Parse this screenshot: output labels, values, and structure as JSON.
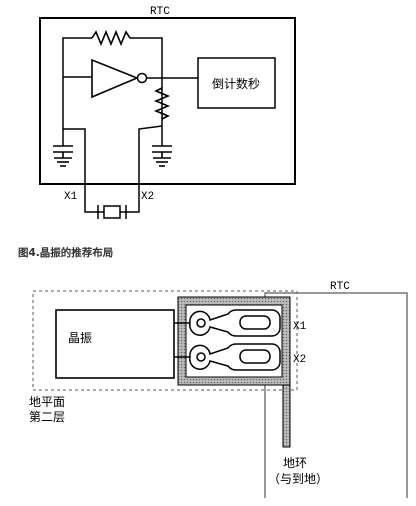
{
  "top_diagram": {
    "rtc_label": "RTC",
    "counter_label": "倒计数秒",
    "pin_x1": "X1",
    "pin_x2": "X2"
  },
  "caption": "图4.晶振的推荐布局",
  "bottom_diagram": {
    "rtc_label": "RTC",
    "crystal_label": "晶振",
    "pin_x1": "X1",
    "pin_x2": "X2",
    "ground_plane_line1": "地平面",
    "ground_plane_line2": "第二层",
    "ground_ring_line1": "地环",
    "ground_ring_line2": "（与到地）"
  }
}
